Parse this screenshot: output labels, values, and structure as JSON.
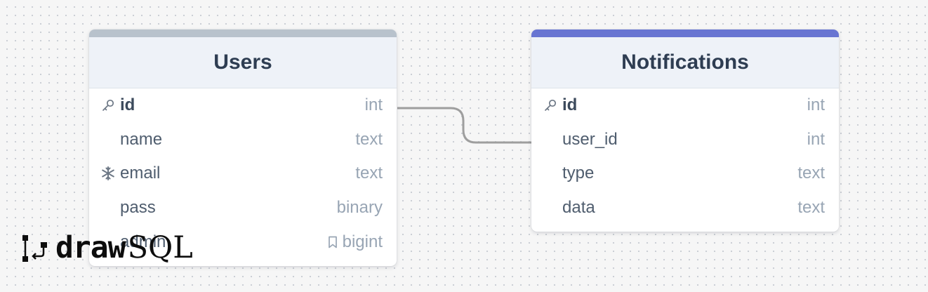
{
  "colors": {
    "canvas": "#f6f6f6",
    "users_accent": "#b8c2cc",
    "notifications_accent": "#6875d2",
    "relation_line": "#9e9e9e"
  },
  "tables": {
    "users": {
      "name": "Users",
      "columns": [
        {
          "name": "id",
          "type": "int",
          "icon": "key-icon",
          "primary_key": true
        },
        {
          "name": "name",
          "type": "text",
          "icon": "none"
        },
        {
          "name": "email",
          "type": "text",
          "icon": "snowflake-icon"
        },
        {
          "name": "pass",
          "type": "binary",
          "icon": "none"
        },
        {
          "name": "admin",
          "type": "bigint",
          "icon": "none",
          "type_icon": "bookmark-icon"
        }
      ]
    },
    "notifications": {
      "name": "Notifications",
      "columns": [
        {
          "name": "id",
          "type": "int",
          "icon": "key-icon",
          "primary_key": true
        },
        {
          "name": "user_id",
          "type": "int",
          "icon": "none"
        },
        {
          "name": "type",
          "type": "text",
          "icon": "none"
        },
        {
          "name": "data",
          "type": "text",
          "icon": "none"
        }
      ]
    }
  },
  "relations": [
    {
      "from": "users.id",
      "to": "notifications.user_id"
    }
  ],
  "watermark": {
    "draw": "draw",
    "sql": "SQL"
  }
}
